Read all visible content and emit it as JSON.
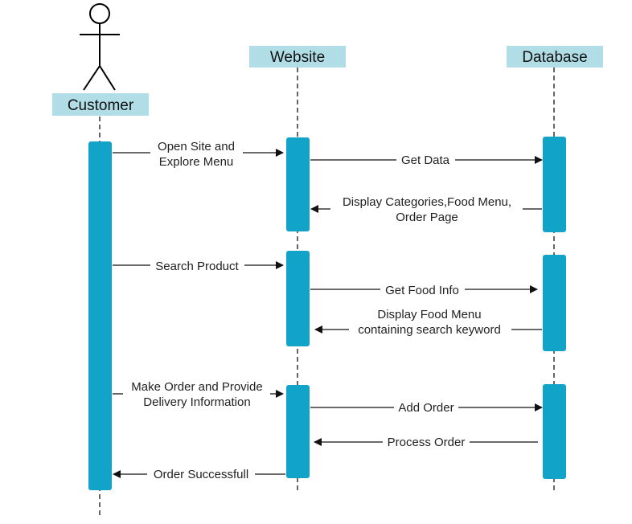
{
  "participants": {
    "customer": "Customer",
    "website": "Website",
    "database": "Database"
  },
  "messages": {
    "m1": [
      "Open Site and",
      "Explore Menu"
    ],
    "m2": "Get Data",
    "m3": [
      "Display Categories,Food Menu,",
      "Order Page"
    ],
    "m4": "Search Product",
    "m5": "Get Food Info",
    "m6": [
      "Display Food Menu",
      "containing search keyword"
    ],
    "m7": [
      "Make Order and Provide",
      "Delivery Information"
    ],
    "m8": "Add Order",
    "m9": "Process Order",
    "m10": "Order Successfull"
  },
  "colors": {
    "header_fill": "#b0dde6",
    "activation_fill": "#12a3c8",
    "lifeline": "#666666",
    "arrow": "#111111"
  }
}
